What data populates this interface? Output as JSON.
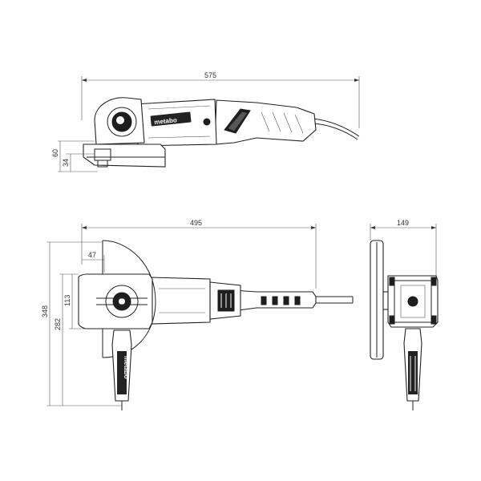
{
  "dimensions": {
    "side_length": "575",
    "side_height_total": "60",
    "side_height_flange": "34",
    "top_length": "495",
    "top_guard_offset": "47",
    "top_head_width": "113",
    "top_total_height": "348",
    "top_handle_height": "282",
    "front_width": "149"
  },
  "brand": {
    "logo_text": "metabo"
  }
}
